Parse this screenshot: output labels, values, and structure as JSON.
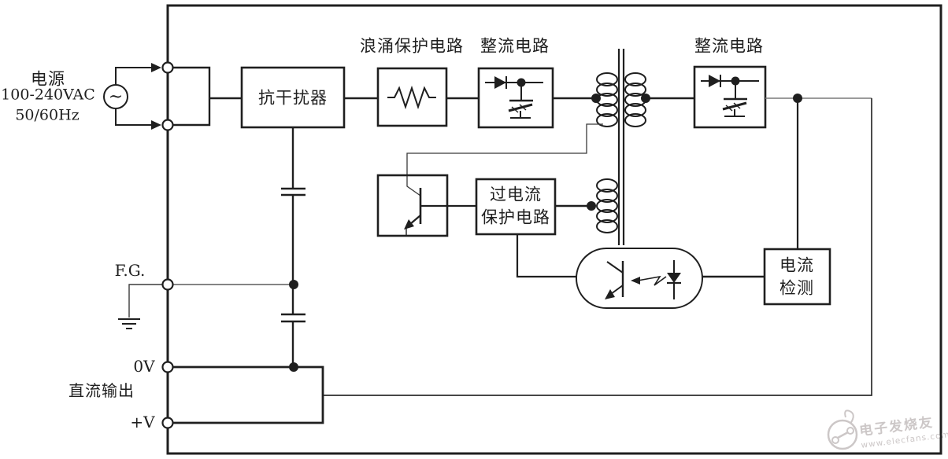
{
  "diagram": {
    "title_hint": "AC-DC switching power supply block diagram",
    "source": {
      "line1": "电源",
      "line2": "100-240VAC",
      "line3": "50/60Hz",
      "ac_symbol": "~"
    },
    "blocks": {
      "anti_interference": "抗干扰器",
      "surge_protection": "浪涌保护电路",
      "rectifier_primary": "整流电路",
      "rectifier_secondary": "整流电路",
      "overcurrent_line1": "过电流",
      "overcurrent_line2": "保护电路",
      "current_detect_line1": "电流",
      "current_detect_line2": "检测"
    },
    "terminals": {
      "fg": "F.G.",
      "zero_v": "0V",
      "dc_output": "直流输出",
      "plus_v": "+V"
    },
    "watermark": {
      "brand": "电子发烧友",
      "url": "www.elecfans.com"
    },
    "colors": {
      "line": "#1f1f1f",
      "gray_line": "#7a7a7a",
      "watermark": "#ccc7c7",
      "background": "#ffffff"
    }
  }
}
